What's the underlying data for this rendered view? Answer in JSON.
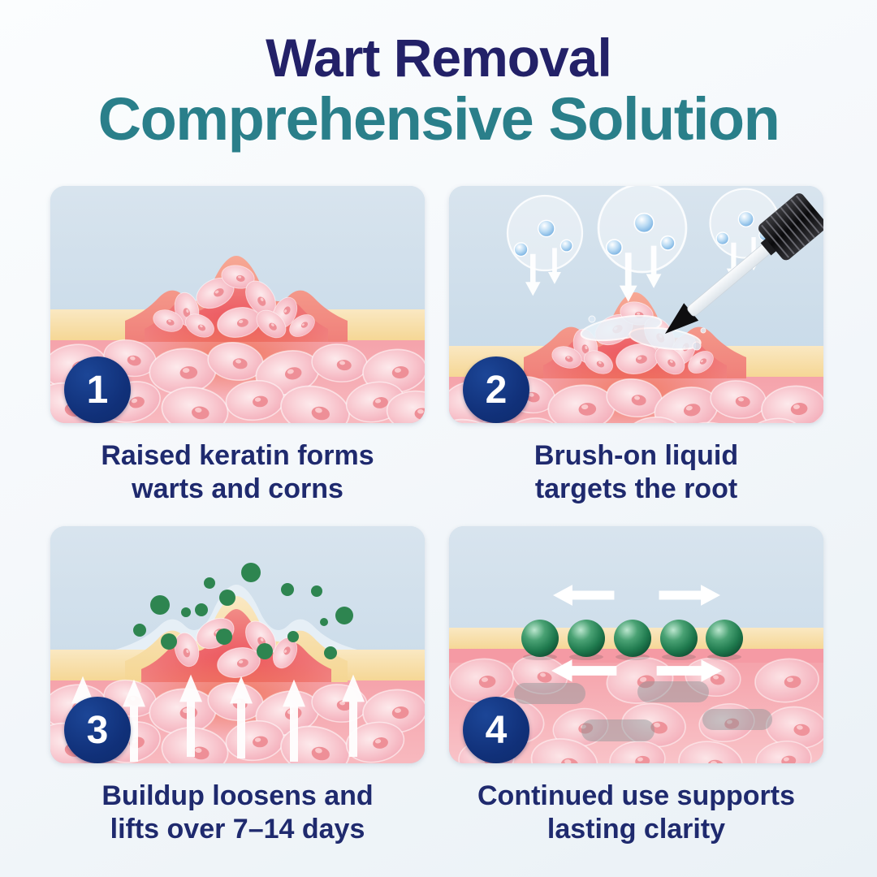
{
  "title": {
    "line1": "Wart Removal",
    "line2": "Comprehensive Solution"
  },
  "colors": {
    "title_navy": "#232168",
    "title_teal": "#2a7f8a",
    "caption_navy": "#1f2a6e",
    "badge_navy": "#11317a",
    "sky_blue": "#c7d9e8",
    "epidermis_cream": "#f8dfa8",
    "dermis_pink": "#f7b0b6",
    "wart_salmon": "#f4978a",
    "wart_core_red": "#ee5f63",
    "green_dot": "#2e8550",
    "green_sphere": "#1f7a4e",
    "arrow_white": "#ffffff",
    "brush_black": "#121215"
  },
  "steps": [
    {
      "number": "1",
      "caption_line1": "Raised keratin forms",
      "caption_line2": "warts and corns"
    },
    {
      "number": "2",
      "caption_line1": "Brush-on liquid",
      "caption_line2": "targets the root"
    },
    {
      "number": "3",
      "caption_line1": "Buildup loosens and",
      "caption_line2": "lifts over 7–14 days"
    },
    {
      "number": "4",
      "caption_line1": "Continued use supports",
      "caption_line2": "lasting clarity"
    }
  ]
}
